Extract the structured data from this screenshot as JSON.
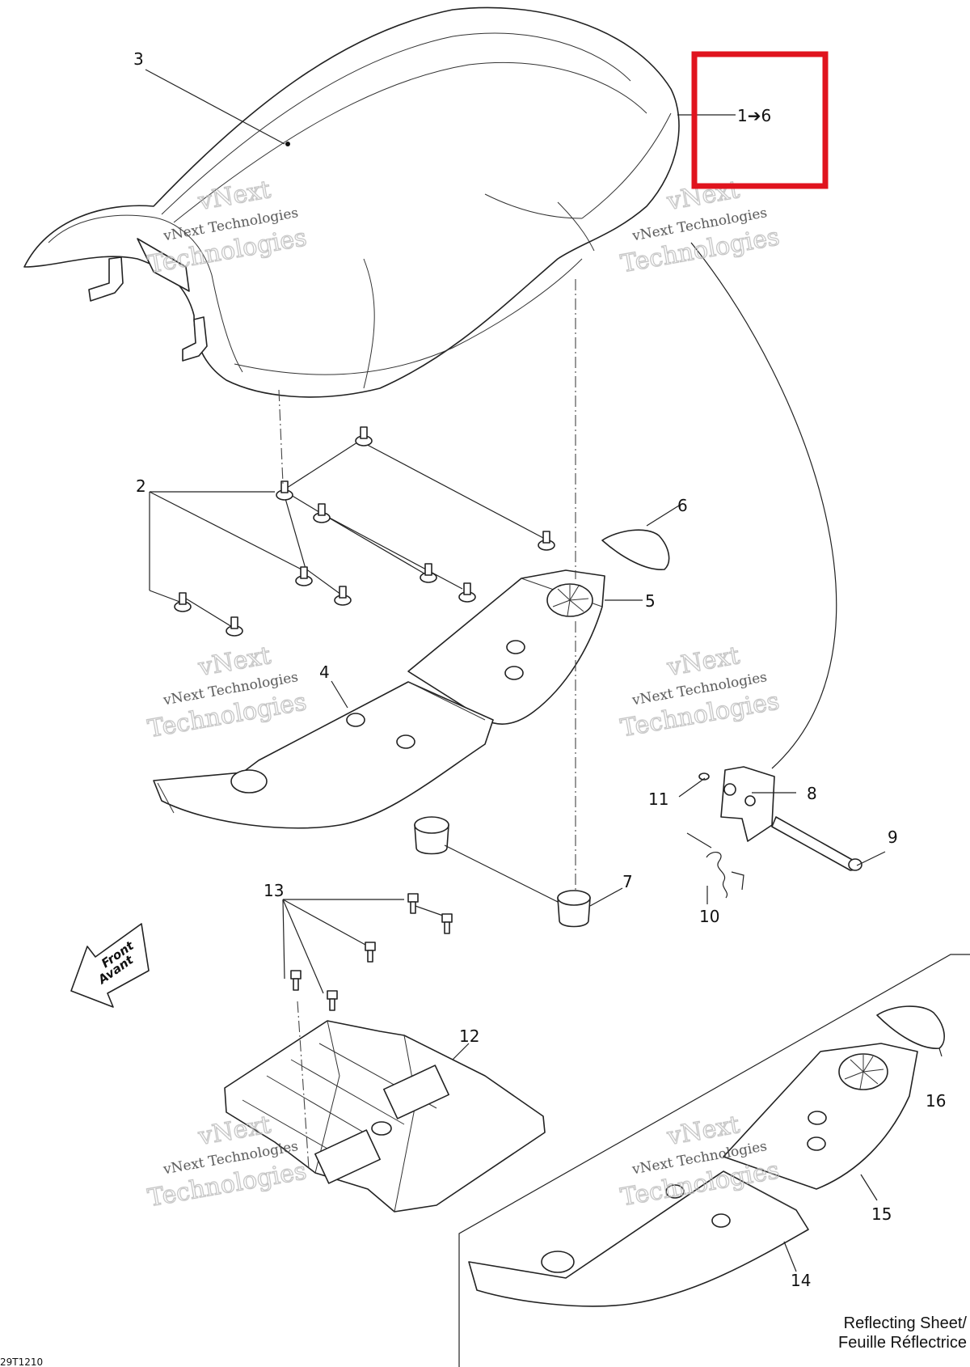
{
  "diagram": {
    "callouts": {
      "c1": "1➔6",
      "c2": "2",
      "c3": "3",
      "c4": "4",
      "c5": "5",
      "c6": "6",
      "c7": "7",
      "c8": "8",
      "c9": "9",
      "c10": "10",
      "c11": "11",
      "c12": "12",
      "c13": "13",
      "c14": "14",
      "c15": "15",
      "c16": "16"
    },
    "front_arrow": {
      "line1": "Front",
      "line2": "Avant"
    },
    "inset_caption": {
      "line1": "Reflecting Sheet/",
      "line2": "Feuille Réflectrice"
    },
    "drawing_id": "29T1210",
    "watermark": {
      "line1": "vNext",
      "line2": "vNext Technologies",
      "line3": "Technologies"
    },
    "highlight_color": "#e0141e"
  }
}
